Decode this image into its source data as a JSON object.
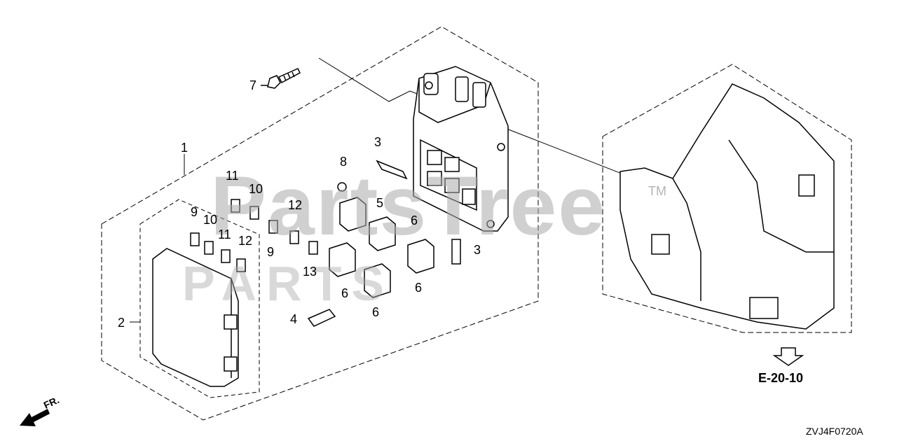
{
  "watermark": {
    "brand": "PartsTree",
    "sub": "PARTS",
    "trademark": "TM"
  },
  "callouts": {
    "c1": "1",
    "c2": "2",
    "c3a": "3",
    "c3b": "3",
    "c4": "4",
    "c5": "5",
    "c6a": "6",
    "c6b": "6",
    "c6c": "6",
    "c6d": "6",
    "c7": "7",
    "c8": "8",
    "c9a": "9",
    "c9b": "9",
    "c10a": "10",
    "c10b": "10",
    "c11a": "11",
    "c11b": "11",
    "c12a": "12",
    "c12b": "12",
    "c13": "13"
  },
  "reference": {
    "label": "E-20-10"
  },
  "direction": {
    "label": "FR."
  },
  "drawing_code": "ZVJ4F0720A",
  "colors": {
    "line": "#000000",
    "watermark": "#aaaaaa",
    "background": "#ffffff"
  }
}
